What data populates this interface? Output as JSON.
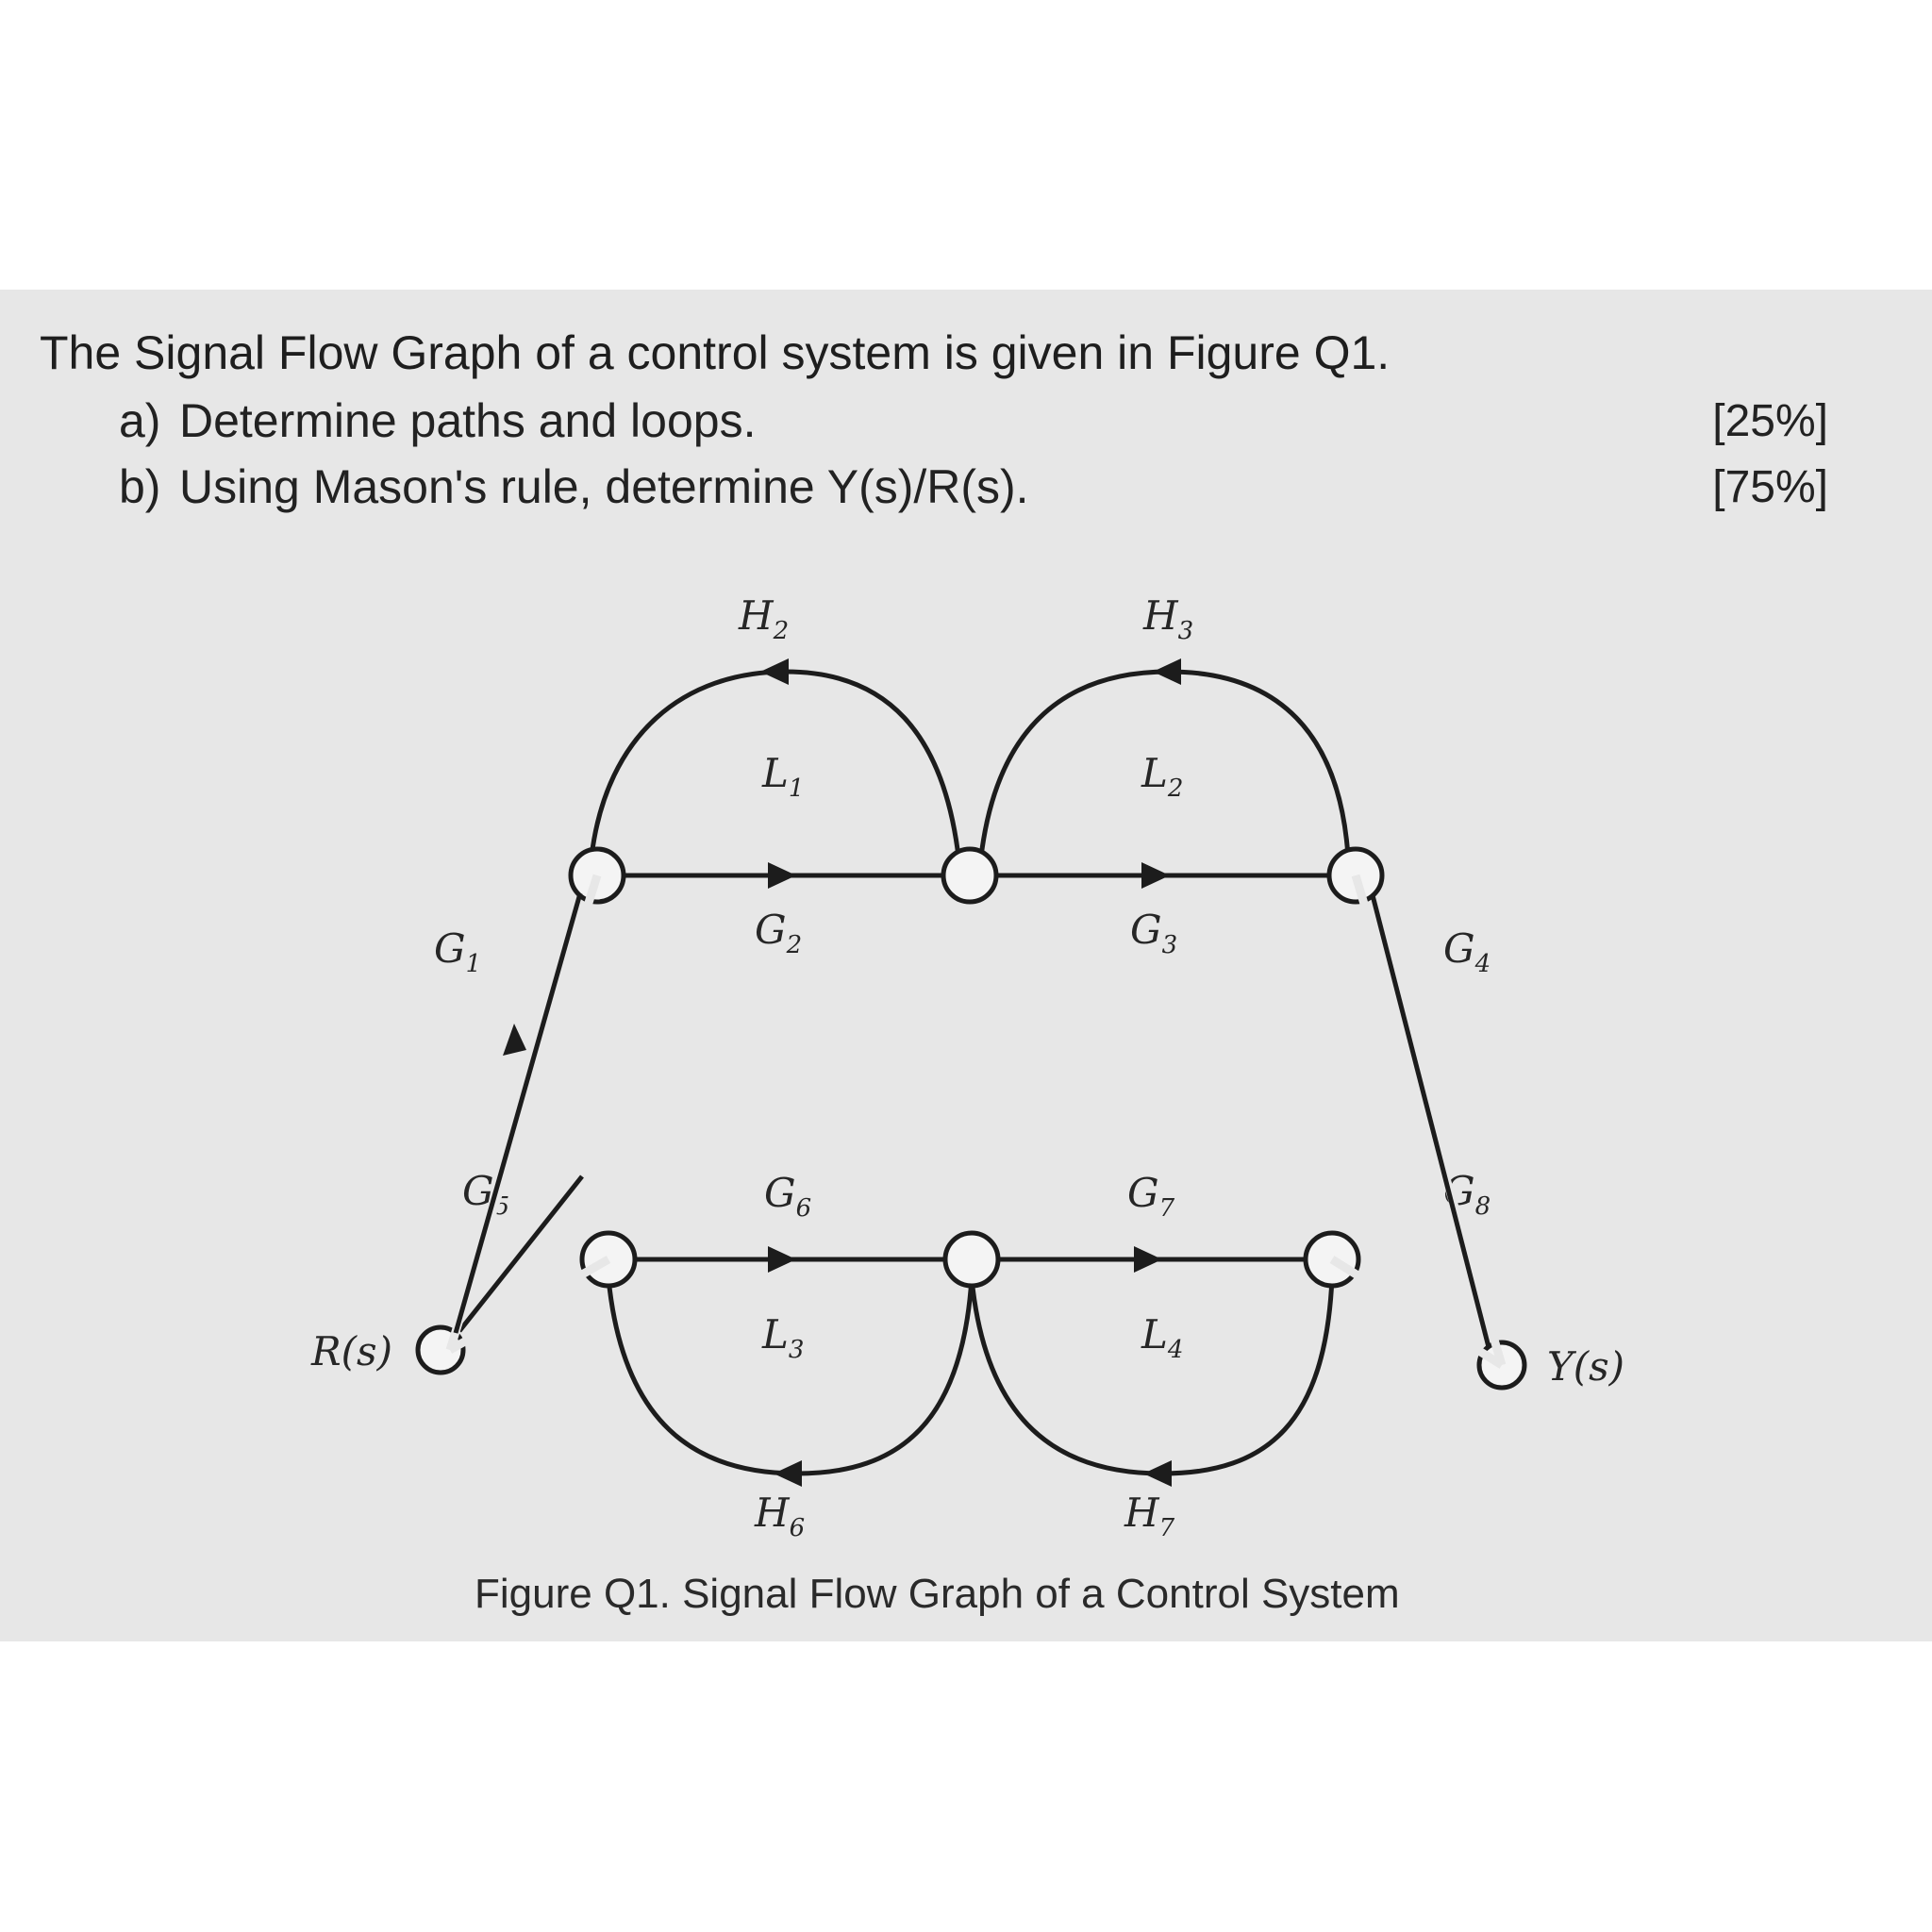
{
  "question": {
    "title": "The Signal Flow Graph of a control system is given in Figure Q1.",
    "items": [
      {
        "label": "a)",
        "text": "Determine paths and loops.",
        "marks": "[25%]"
      },
      {
        "label": "b)",
        "text": "Using Mason's rule, determine Y(s)/R(s).",
        "marks": "[75%]"
      }
    ]
  },
  "diagram": {
    "input": "R(s)",
    "output": "Y(s)",
    "branches": [
      {
        "id": "G1",
        "base": "G",
        "sub": "1"
      },
      {
        "id": "G2",
        "base": "G",
        "sub": "2"
      },
      {
        "id": "G3",
        "base": "G",
        "sub": "3"
      },
      {
        "id": "G4",
        "base": "G",
        "sub": "4"
      },
      {
        "id": "G5",
        "base": "G",
        "sub": "5"
      },
      {
        "id": "G6",
        "base": "G",
        "sub": "6"
      },
      {
        "id": "G7",
        "base": "G",
        "sub": "7"
      },
      {
        "id": "G8",
        "base": "G",
        "sub": "8"
      },
      {
        "id": "H2",
        "base": "H",
        "sub": "2"
      },
      {
        "id": "H3",
        "base": "H",
        "sub": "3"
      },
      {
        "id": "H6",
        "base": "H",
        "sub": "6"
      },
      {
        "id": "H7",
        "base": "H",
        "sub": "7"
      }
    ],
    "loops": [
      {
        "id": "L1",
        "base": "L",
        "sub": "1"
      },
      {
        "id": "L2",
        "base": "L",
        "sub": "2"
      },
      {
        "id": "L3",
        "base": "L",
        "sub": "3"
      },
      {
        "id": "L4",
        "base": "L",
        "sub": "4"
      }
    ],
    "caption": "Figure Q1. Signal Flow Graph of a Control System"
  }
}
